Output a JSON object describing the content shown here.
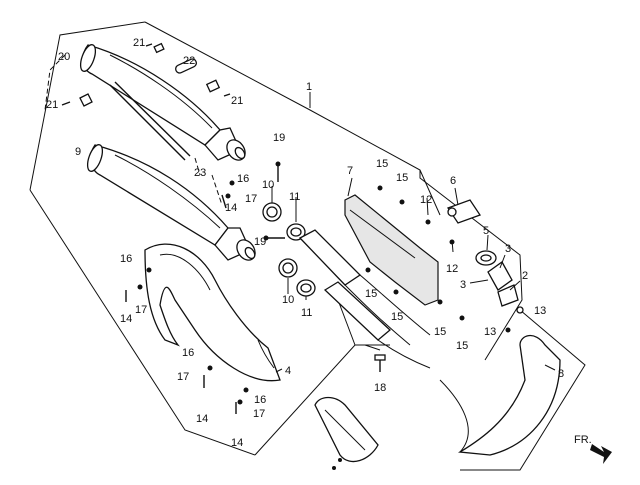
{
  "diagram": {
    "callouts": {
      "p1": "1",
      "p2": "2",
      "p3a": "3",
      "p3b": "3",
      "p4": "4",
      "p5": "5",
      "p6": "6",
      "p7": "7",
      "p8": "8",
      "p9": "9",
      "p10a": "10",
      "p10b": "10",
      "p11a": "11",
      "p11b": "11",
      "p12a": "12",
      "p12b": "12",
      "p13a": "13",
      "p13b": "13",
      "p14a": "14",
      "p14b": "14",
      "p14c": "14",
      "p14d": "14",
      "p15a": "15",
      "p15b": "15",
      "p15c": "15",
      "p15d": "15",
      "p15e": "15",
      "p15f": "15",
      "p16a": "16",
      "p16b": "16",
      "p16c": "16",
      "p16d": "16",
      "p17a": "17",
      "p17b": "17",
      "p17c": "17",
      "p17d": "17",
      "p18": "18",
      "p19a": "19",
      "p19b": "19",
      "p20": "20",
      "p21a": "21",
      "p21b": "21",
      "p21c": "21",
      "p22": "22",
      "p23": "23"
    },
    "direction_label": "FR."
  }
}
